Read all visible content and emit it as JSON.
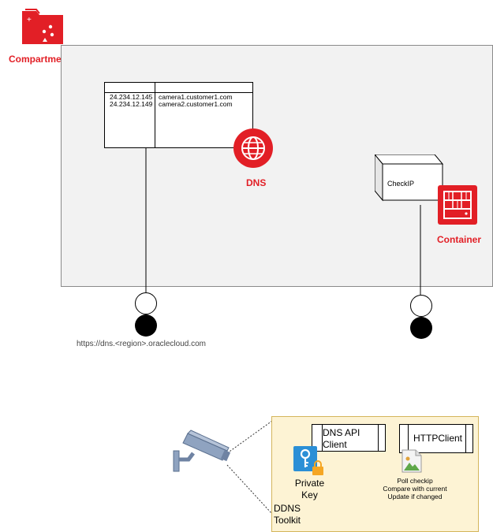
{
  "compartments": {
    "label": "Compartments",
    "icon": "compartments-folder-icon",
    "color": "#e21f26"
  },
  "dns_table": {
    "rows": [
      {
        "ip": "24.234.12.145",
        "host": "camera1.customer1.com"
      },
      {
        "ip": "24.234.12.149",
        "host": "camera2.customer1.com"
      }
    ]
  },
  "dns": {
    "label": "DNS",
    "icon": "globe-icon"
  },
  "checkip": {
    "label": "CheckIP"
  },
  "container": {
    "label": "Container",
    "icon": "container-icon"
  },
  "endpoint_url": "https://dns.<region>.oraclecloud.com",
  "toolkit": {
    "dns_api_client": "DNS API Client",
    "http_client": "HTTPClient",
    "private_key_line1": "Private",
    "private_key_line2": "Key",
    "poll_lines": [
      "Poll checkip",
      "Compare with current",
      "Update if changed"
    ],
    "ddns_line1": "DDNS",
    "ddns_line2": "Toolkit"
  },
  "colors": {
    "accent": "#e21f26",
    "toolkit_bg": "#fdf3d4",
    "key_blue": "#2b8fd6",
    "lock_orange": "#f5a623"
  }
}
